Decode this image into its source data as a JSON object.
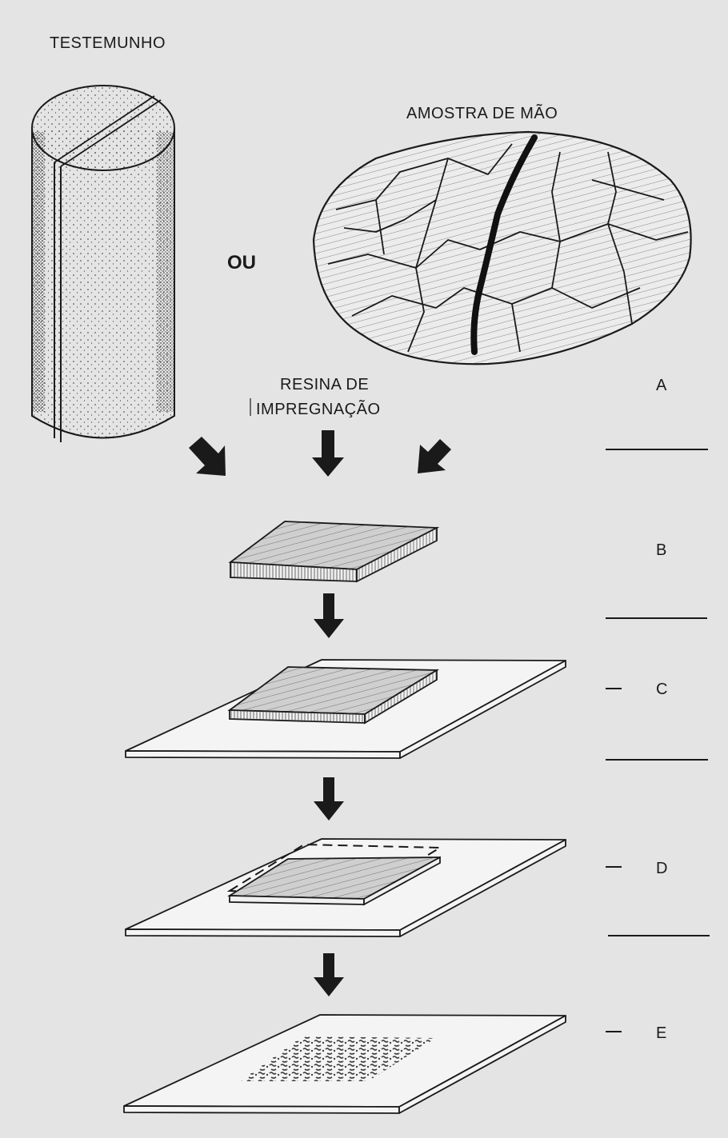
{
  "labels": {
    "core": "TESTEMUNHO",
    "hand_sample": "AMOSTRA DE MÃO",
    "or": "OU",
    "resin_line1": "RESINA DE",
    "resin_line2": "IMPREGNAÇÃO"
  },
  "steps": [
    "A",
    "B",
    "C",
    "D",
    "E"
  ],
  "colors": {
    "ink": "#1a1a1a",
    "background": "#e4e4e4",
    "plate": "#f4f4f4"
  }
}
